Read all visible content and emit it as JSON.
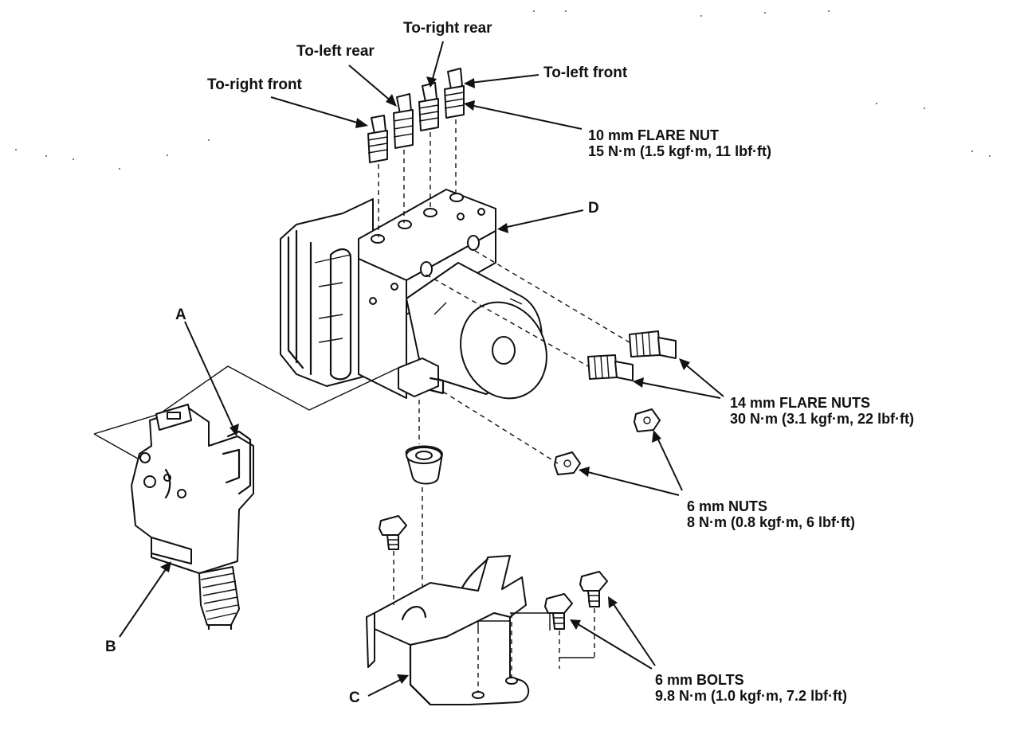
{
  "labels": {
    "to_right_front": "To-right front",
    "to_left_rear": "To-left rear",
    "to_right_rear": "To-right rear",
    "to_left_front": "To-left front",
    "part_a": "A",
    "part_b": "B",
    "part_c": "C",
    "part_d": "D"
  },
  "specs": {
    "flare_nut_10": {
      "name": "10 mm FLARE NUT",
      "torque": "15 N·m (1.5 kgf·m, 11 lbf·ft)"
    },
    "flare_nuts_14": {
      "name": "14 mm FLARE NUTS",
      "torque": "30 N·m (3.1 kgf·m, 22 lbf·ft)"
    },
    "nuts_6": {
      "name": "6 mm NUTS",
      "torque": "8 N·m (0.8 kgf·m, 6 lbf·ft)"
    },
    "bolts_6": {
      "name": "6 mm BOLTS",
      "torque": "9.8 N·m (1.0 kgf·m, 7.2 lbf·ft)"
    }
  },
  "colors": {
    "ink": "#111111",
    "background": "#ffffff"
  }
}
